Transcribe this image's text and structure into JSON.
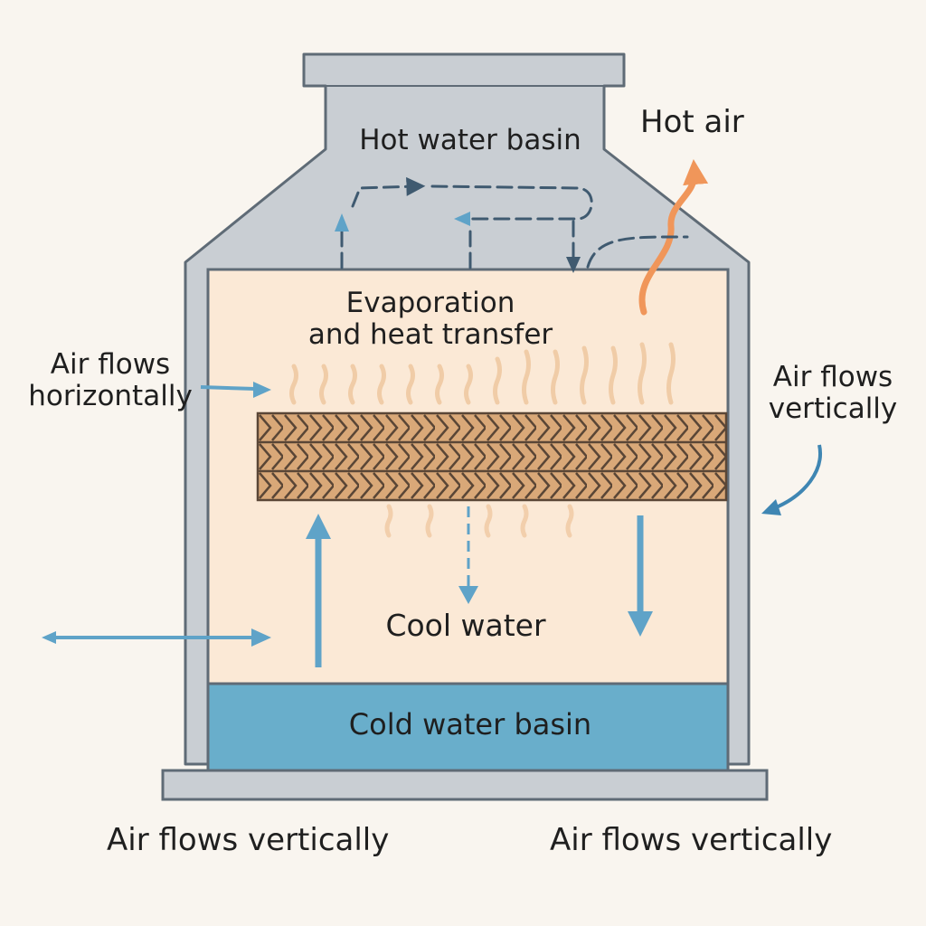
{
  "labels": {
    "hot_water_basin": "Hot water basin",
    "hot_air": "Hot air",
    "evaporation_line1": "Evaporation",
    "evaporation_line2": "and heat transfer",
    "air_left_line1": "Air flows",
    "air_left_line2": "horizontally",
    "air_right_line1": "Air flows",
    "air_right_line2": "vertically",
    "cool_water": "Cool water",
    "cold_water_basin": "Cold water basin",
    "bottom_left": "Air flows vertically",
    "bottom_right": "Air flows vertically"
  },
  "colors": {
    "background": "#f9f5ef",
    "housing": "#c9ced3",
    "housing_outline": "#5f6b76",
    "interior": "#fbe9d6",
    "fill_media": "#d9a878",
    "cold_water": "#69aecb",
    "air_arrow": "#5fa3c8",
    "hot_air_arrow": "#f0965a",
    "water_path": "#3f5a70"
  }
}
